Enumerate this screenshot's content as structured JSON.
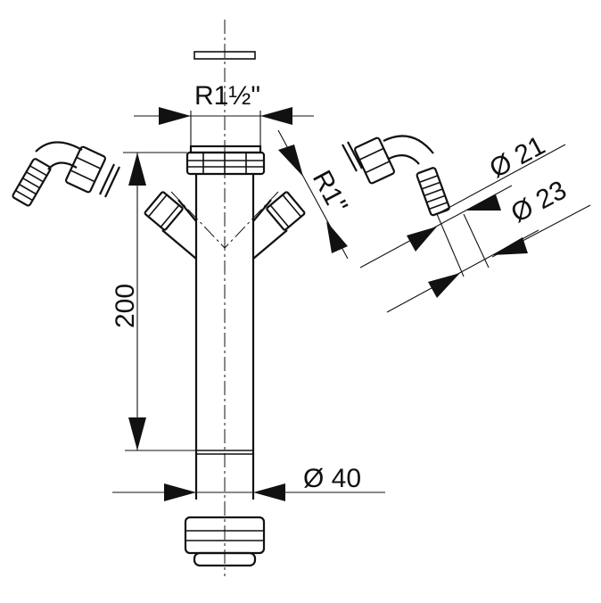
{
  "dimensions": {
    "inlet_thread": "R1½\"",
    "branch_thread": "R1\"",
    "height": "200",
    "pipe_diameter": "Ø 40",
    "hose_outer_diameter": "Ø 21",
    "hose_inner_diameter": "Ø 23"
  },
  "colors": {
    "line": "#111111",
    "background": "#ffffff"
  }
}
